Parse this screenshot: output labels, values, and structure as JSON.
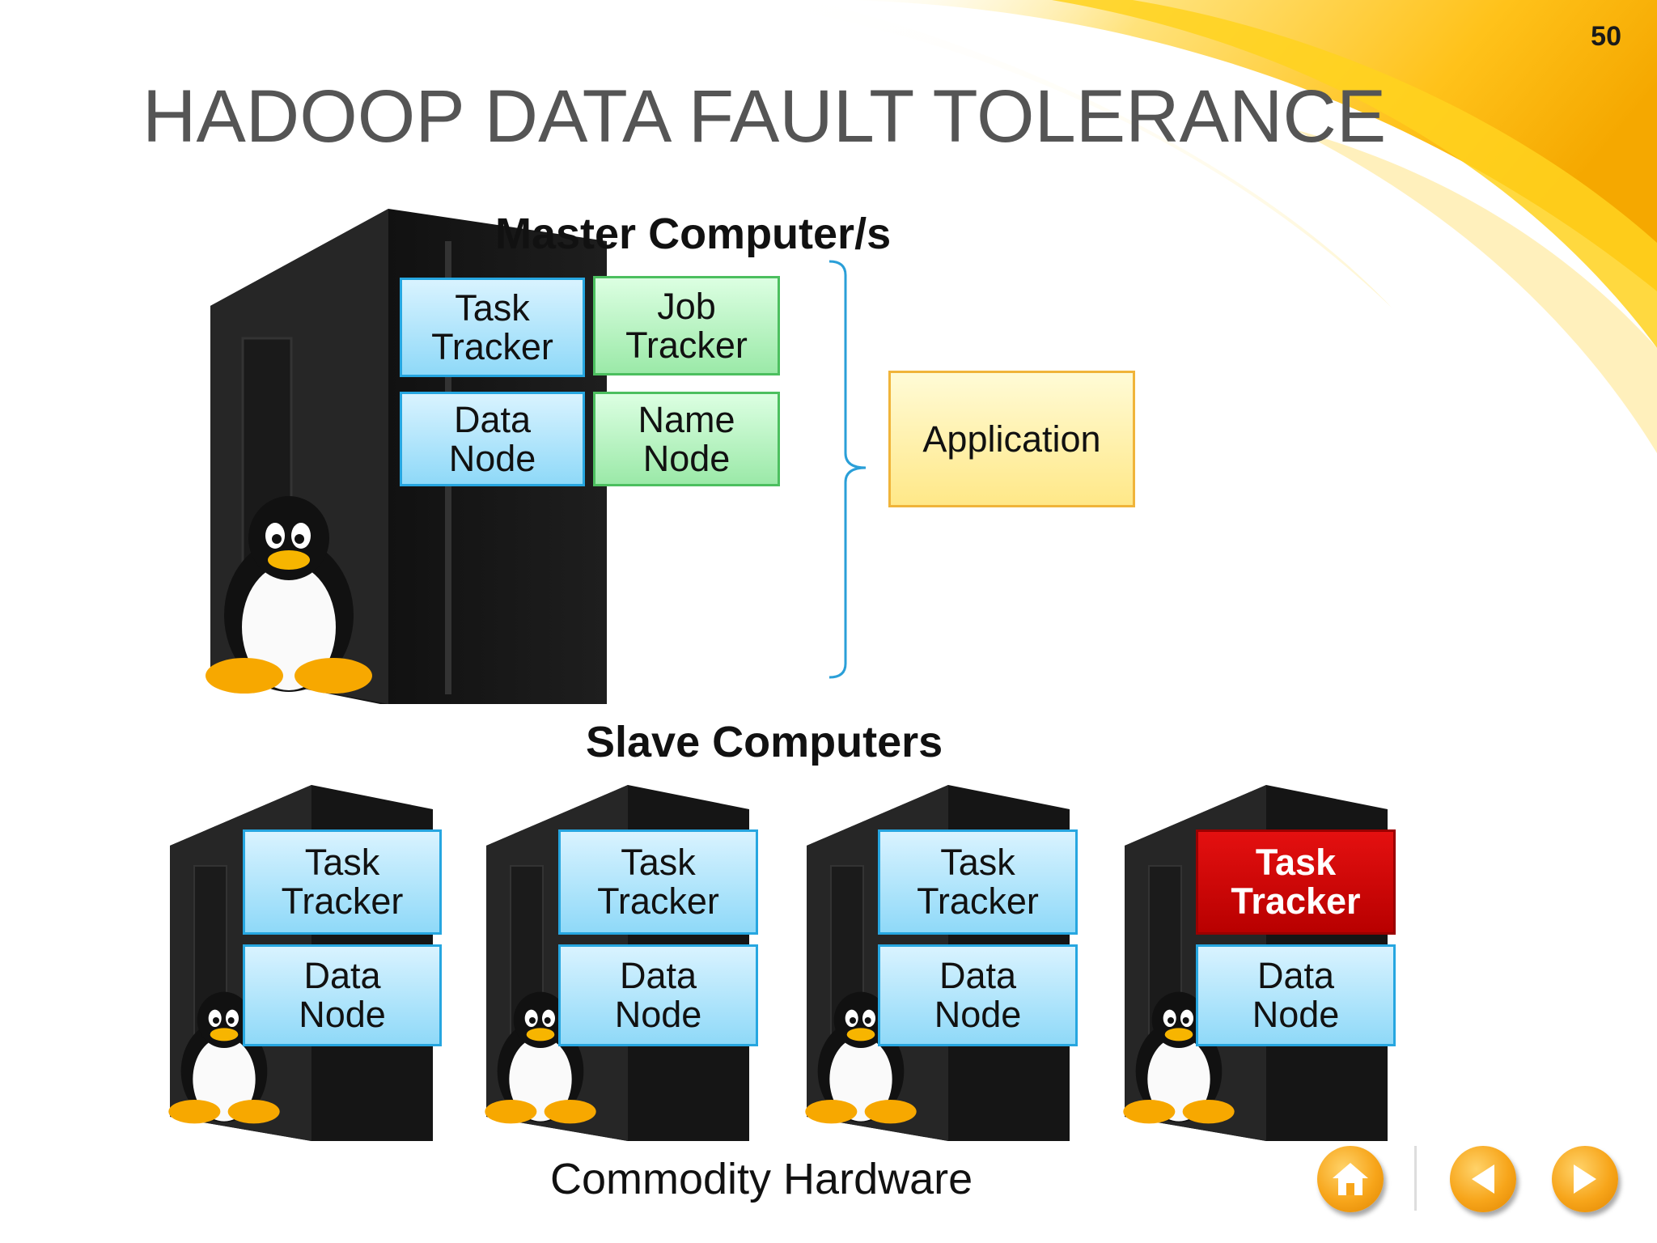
{
  "slide": {
    "number": "50",
    "title": "HADOOP DATA  FAULT TOLERANCE"
  },
  "master": {
    "heading": "Master Computer/s",
    "boxes": [
      {
        "label": "Task\nTracker",
        "color": "blue"
      },
      {
        "label": "Job\nTracker",
        "color": "green"
      },
      {
        "label": "Data\nNode",
        "color": "blue"
      },
      {
        "label": "Name\nNode",
        "color": "green"
      }
    ],
    "application_label": "Application"
  },
  "slaves": {
    "heading": "Slave Computers",
    "nodes": [
      {
        "task_tracker": "Task\nTracker",
        "data_node": "Data\nNode",
        "failed": false
      },
      {
        "task_tracker": "Task\nTracker",
        "data_node": "Data\nNode",
        "failed": false
      },
      {
        "task_tracker": "Task\nTracker",
        "data_node": "Data\nNode",
        "failed": false
      },
      {
        "task_tracker": "Task\nTracker",
        "data_node": "Data\nNode",
        "failed": true
      }
    ]
  },
  "footer": "Commodity Hardware",
  "colors": {
    "blue_border": "#26a6e0",
    "green_border": "#4cbf5f",
    "yellow_border": "#f0b43a",
    "failed_red": "#d40000",
    "nav_orange": "#f7a51a"
  },
  "navigation": {
    "home_icon": "home-icon",
    "prev_icon": "arrow-left-icon",
    "next_icon": "arrow-right-icon"
  }
}
